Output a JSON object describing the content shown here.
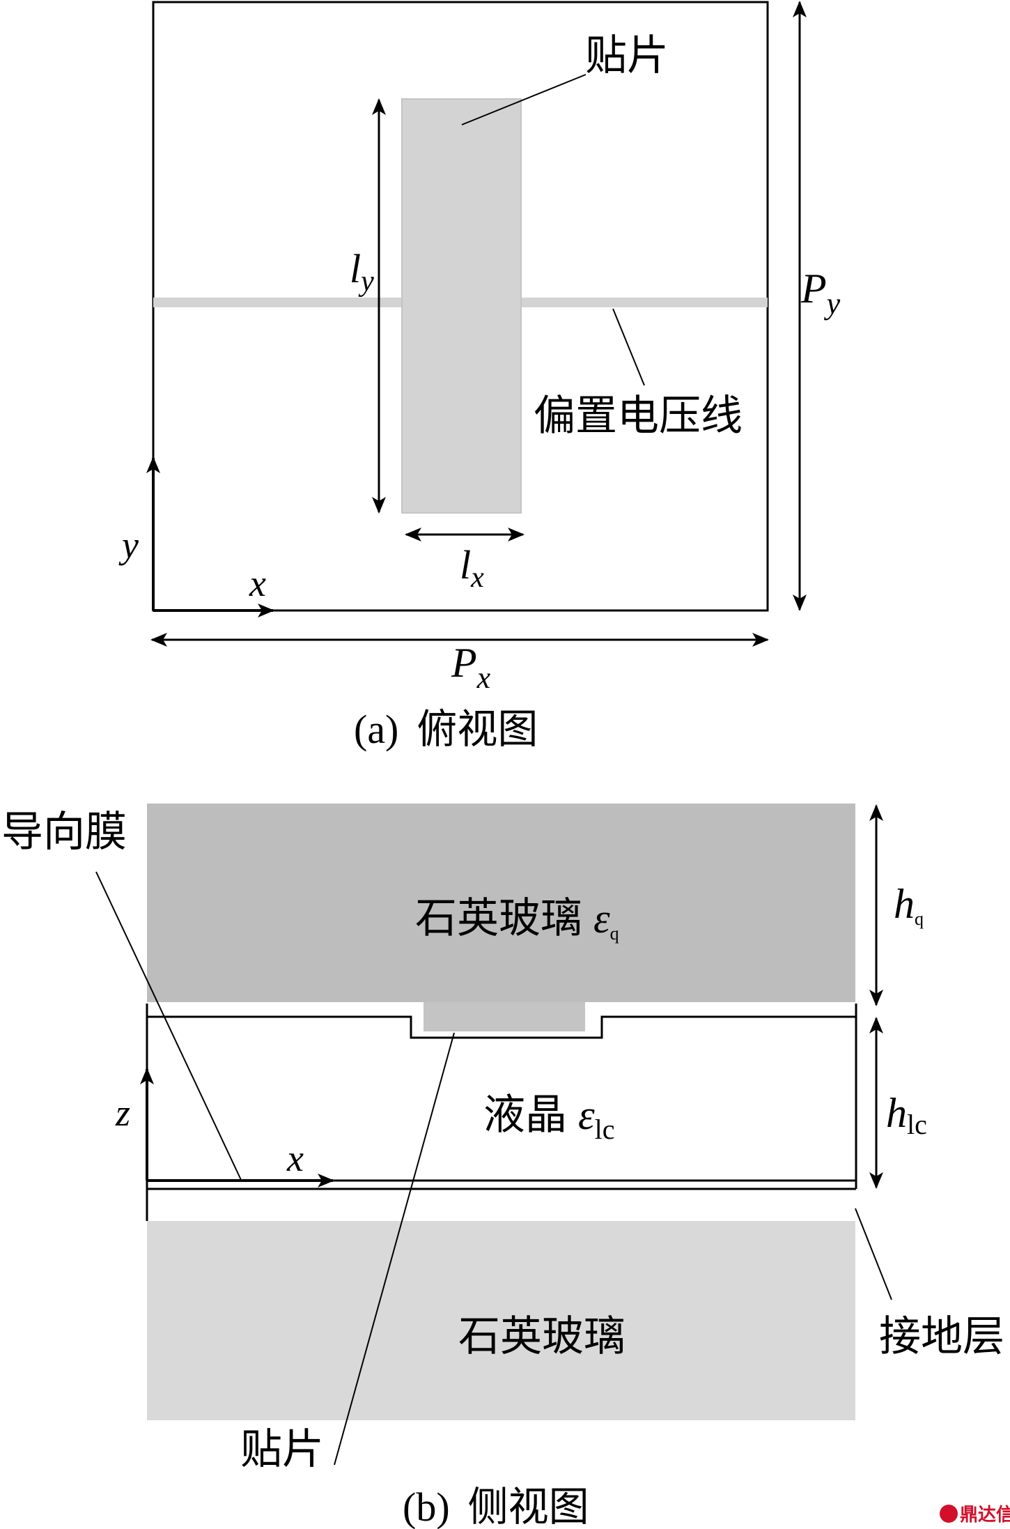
{
  "top_view": {
    "patch_label": "贴片",
    "bias_line_label": "偏置电压线",
    "ly": {
      "main": "l",
      "sub": "y"
    },
    "lx": {
      "main": "l",
      "sub": "x"
    },
    "py": {
      "main": "P",
      "sub": "y"
    },
    "px": {
      "main": "P",
      "sub": "x"
    },
    "axis_x": "x",
    "axis_y": "y",
    "caption_tag": "(a)",
    "caption_text": "俯视图"
  },
  "side_view": {
    "alignment_film_label": "导向膜",
    "top_quartz_label": "石英玻璃",
    "eps_q": {
      "main": "ε",
      "sub": "q"
    },
    "liquid_crystal_label": "液晶",
    "eps_lc": {
      "main": "ε",
      "sub": "lc"
    },
    "hq": {
      "main": "h",
      "sub": "q"
    },
    "hlc": {
      "main": "h",
      "sub": "lc"
    },
    "axis_z": "z",
    "axis_x": "x",
    "bottom_quartz_label": "石英玻璃",
    "ground_label": "接地层",
    "patch_label": "贴片",
    "caption_tag": "(b)",
    "caption_text": "侧视图"
  },
  "watermark": {
    "text": "鼎达信",
    "color": "#d2102a"
  },
  "colors": {
    "patch_fill": "#d3d3d3",
    "top_quartz_fill": "#bdbdbd",
    "bottom_quartz_fill": "#d9d9d9",
    "patch_side_fill": "#c4c4c4",
    "line": "#000000"
  }
}
